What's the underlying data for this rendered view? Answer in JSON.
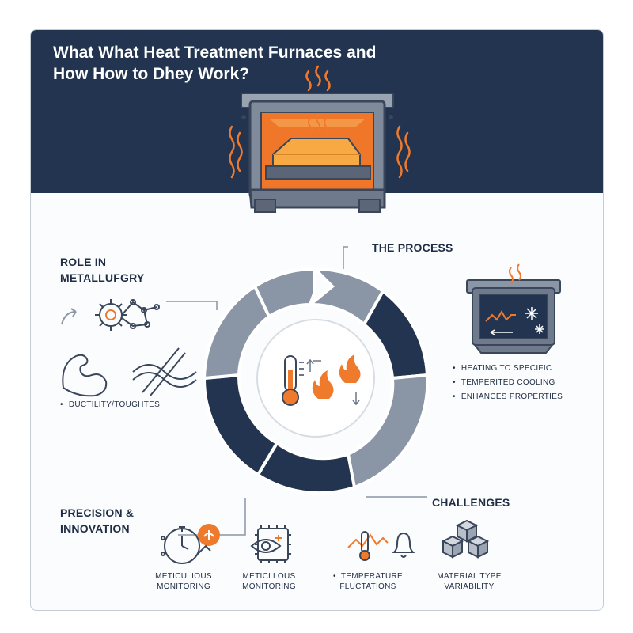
{
  "title": {
    "line1": "What What Heat Treatment Furnaces and",
    "line2": "How How to Dhey Work?"
  },
  "role": {
    "heading_line1": "ROLE IN",
    "heading_line2": "METALLUFGRY",
    "bullet": "DUCTILITY/TOUGHTES"
  },
  "process": {
    "heading": "THE PROCESS",
    "bullets": [
      "HEATING TO SPECIFIC",
      "TEMPERITED COOLING",
      "ENHANCES PROPERTIES"
    ]
  },
  "precision": {
    "heading_line1": "PRECISION &",
    "heading_line2": "INNOVATION",
    "captions": [
      {
        "line1": "METICULIOUS",
        "line2": "MONITORING"
      },
      {
        "line1": "METICLLOUS",
        "line2": "MONITORING"
      }
    ]
  },
  "challenges": {
    "heading": "CHALLENGES",
    "captions": [
      {
        "line1": "TEMPERATURE",
        "line2": "FLUCTATIONS",
        "bullet": true
      },
      {
        "line1": "MATERIAL TYPE",
        "line2": "VARIABILITY",
        "bullet": false
      }
    ]
  },
  "colors": {
    "navy": "#22344f",
    "slate": "#8a95a6",
    "orange": "#f07a2c",
    "text": "#1f2d44"
  },
  "icons": [
    "furnace-icon",
    "heat-wave-icon",
    "cycle-arrows-icon",
    "thermometer-icon",
    "flame-icon",
    "gear-network-icon",
    "flexed-arm-icon",
    "twisted-metal-icon",
    "furnace-cooling-icon",
    "snowflake-icon",
    "stopwatch-icon",
    "lightbulb-icon",
    "eye-chip-icon",
    "temperature-graph-icon",
    "bell-icon",
    "cubes-icon"
  ]
}
